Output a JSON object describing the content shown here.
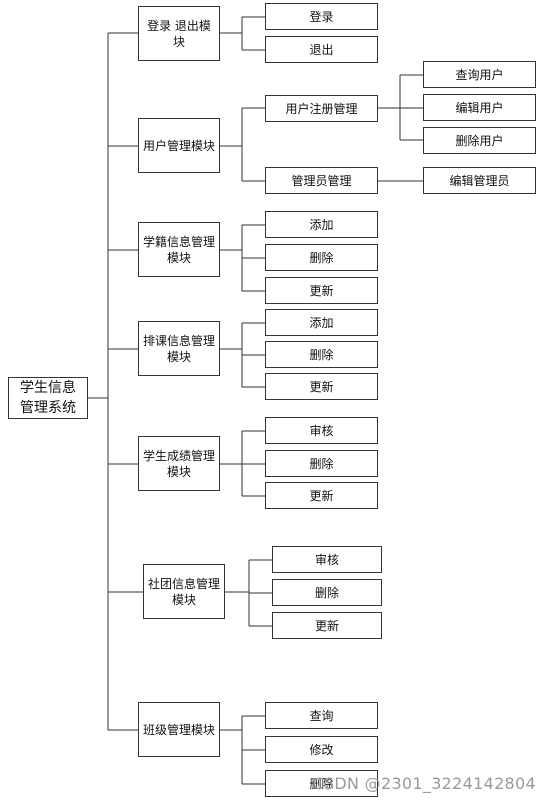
{
  "root": {
    "label_line1": "学生信息",
    "label_line2": "管理系统"
  },
  "modules": [
    {
      "label": "登录 退出模块",
      "children": [
        {
          "label": "登录"
        },
        {
          "label": "退出"
        }
      ]
    },
    {
      "label": "用户管理模块",
      "children": [
        {
          "label": "用户注册管理",
          "children": [
            {
              "label": "查询用户"
            },
            {
              "label": "编辑用户"
            },
            {
              "label": "删除用户"
            }
          ]
        },
        {
          "label": "管理员管理",
          "children": [
            {
              "label": "编辑管理员"
            }
          ]
        }
      ]
    },
    {
      "label": "学籍信息管理模块",
      "children": [
        {
          "label": "添加"
        },
        {
          "label": "删除"
        },
        {
          "label": "更新"
        }
      ]
    },
    {
      "label": "排课信息管理模块",
      "children": [
        {
          "label": "添加"
        },
        {
          "label": "删除"
        },
        {
          "label": "更新"
        }
      ]
    },
    {
      "label": "学生成绩管理模块",
      "children": [
        {
          "label": "审核"
        },
        {
          "label": "删除"
        },
        {
          "label": "更新"
        }
      ]
    },
    {
      "label": "社团信息管理模块",
      "children": [
        {
          "label": "审核"
        },
        {
          "label": "删除"
        },
        {
          "label": "更新"
        }
      ]
    },
    {
      "label": "班级管理模块",
      "children": [
        {
          "label": "查询"
        },
        {
          "label": "修改"
        },
        {
          "label": "删除"
        }
      ]
    }
  ],
  "watermark": "CSDN @2301_3224142804"
}
